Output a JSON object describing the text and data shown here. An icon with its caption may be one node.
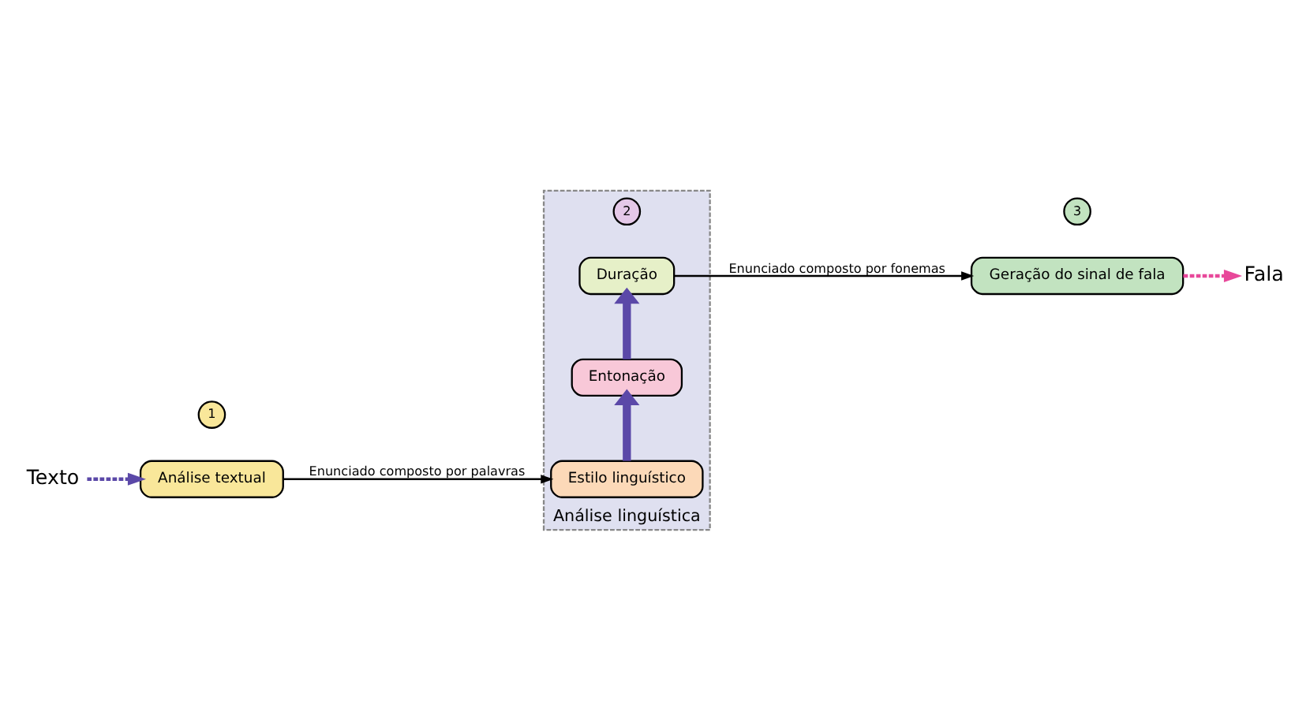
{
  "diagram": {
    "nodes": [
      {
        "text": [
          "Texto"
        ]
      },
      {
        "text": [
          "Análise textual"
        ],
        "beside": [
          "1"
        ]
      },
      {
        "text": [
          "Análise linguística"
        ],
        "beside": [
          "2"
        ]
      },
      {
        "text": [
          "Estilo linguístico"
        ],
        "in": 2
      },
      {
        "text": [
          "Entonação"
        ],
        "in": 2
      },
      {
        "text": [
          "Duração"
        ],
        "in": 2
      },
      {
        "text": [
          "Geração do sinal de fala"
        ],
        "beside": [
          "3"
        ]
      },
      {
        "text": [
          "Fala"
        ]
      }
    ],
    "edges": [
      {
        "from": 0,
        "to": 1,
        "arrow": "to",
        "style": "dashed",
        "color": "#5b48a8"
      },
      {
        "from": 1,
        "to": 3,
        "arrow": "to",
        "color": "#000000",
        "label": "Enunciado composto por palavras"
      },
      {
        "from": 3,
        "to": 4,
        "arrow": "to",
        "style": "thick",
        "color": "#5b48a8"
      },
      {
        "from": 4,
        "to": 5,
        "arrow": "to",
        "style": "thick",
        "color": "#5b48a8"
      },
      {
        "from": 5,
        "to": 6,
        "arrow": "to",
        "color": "#000000",
        "label": "Enunciado composto por fonemas"
      },
      {
        "from": 6,
        "to": 7,
        "arrow": "to",
        "style": "dashed",
        "color": "#e8489a"
      }
    ]
  }
}
